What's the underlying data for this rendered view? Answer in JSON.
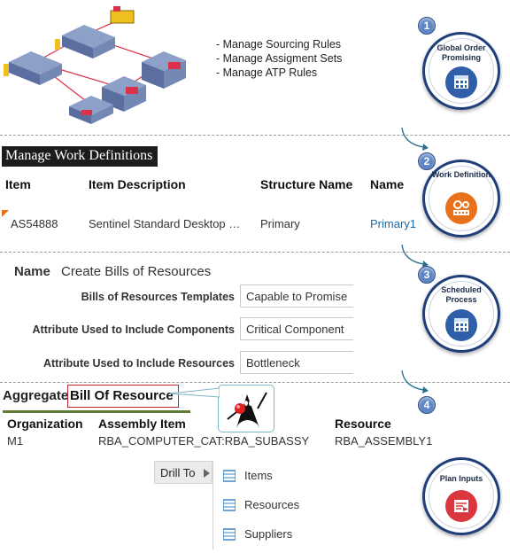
{
  "top": {
    "bullets": [
      "- Manage Sourcing Rules",
      "- Manage Assigment Sets",
      "- Manage ATP Rules"
    ]
  },
  "steps": [
    {
      "number": "1",
      "label": "Global Order Promising",
      "icon": "calendar-icon",
      "color": "#2f5fa8"
    },
    {
      "number": "2",
      "label": "Work Definition",
      "icon": "gears-icon",
      "color": "#e8721c"
    },
    {
      "number": "3",
      "label": "Scheduled Process",
      "icon": "calendar-icon",
      "color": "#2f5fa8"
    },
    {
      "number": "4",
      "label": "Plan Inputs",
      "icon": "form-icon",
      "color": "#d9363e"
    }
  ],
  "work_definitions": {
    "title": "Manage Work Definitions",
    "columns": [
      "Item",
      "Item Description",
      "Structure Name",
      "Name"
    ],
    "row": {
      "item": "AS54888",
      "description": "Sentinel Standard Desktop …",
      "structure": "Primary",
      "name": "Primary1"
    }
  },
  "bills": {
    "name_label": "Name",
    "name_value": "Create Bills of Resources",
    "fields": [
      {
        "label": "Bills of Resources Templates",
        "value": "Capable to Promise"
      },
      {
        "label": "Attribute Used to Include Components",
        "value": "Critical Component"
      },
      {
        "label": "Attribute Used to Include Resources",
        "value": "Bottleneck"
      }
    ]
  },
  "aggregate": {
    "prefix": "Aggregate",
    "highlight": "Bill Of Resource",
    "columns": [
      "Organization",
      "Assembly Item",
      "Resource"
    ],
    "row": {
      "organization": "M1",
      "assembly": "RBA_COMPUTER_CAT:RBA_SUBASSY",
      "resource": "RBA_ASSEMBLY1"
    },
    "drill_to": "Drill To",
    "menu": [
      "Items",
      "Resources",
      "Suppliers"
    ]
  },
  "colors": {
    "accent_link": "#1a6aa8",
    "step_ring": "#1f3f7a",
    "highlight_border": "#c0282d"
  }
}
